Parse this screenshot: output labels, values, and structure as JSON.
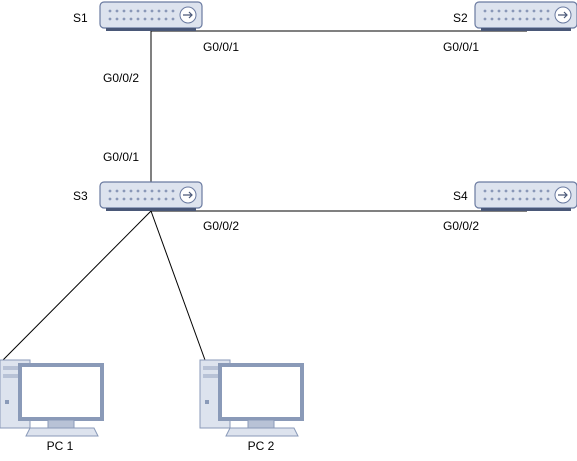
{
  "diagram": {
    "switches": {
      "s1": {
        "label": "S1"
      },
      "s2": {
        "label": "S2"
      },
      "s3": {
        "label": "S3"
      },
      "s4": {
        "label": "S4"
      }
    },
    "pcs": {
      "pc1": {
        "label": "PC 1"
      },
      "pc2": {
        "label": "PC 2"
      }
    },
    "ports": {
      "s1_to_s2": "G0/0/1",
      "s2_to_s1": "G0/0/1",
      "s1_to_s3": "G0/0/2",
      "s3_to_s1": "G0/0/1",
      "s3_to_s4": "G0/0/2",
      "s4_to_s3": "G0/0/2"
    },
    "colors": {
      "switch_body": "#dde3ee",
      "switch_stroke": "#6a7aa0",
      "switch_base": "#4a5878",
      "pc_screen_border": "#8a9ab8",
      "pc_fill": "#dde3ee",
      "link": "#000000"
    },
    "icons": {
      "switch": "network-switch-icon",
      "pc": "desktop-computer-icon"
    }
  }
}
